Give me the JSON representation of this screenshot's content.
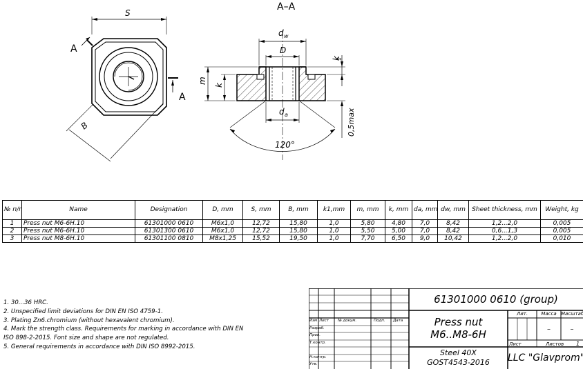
{
  "drawing": {
    "section_label": "A–A",
    "dims": {
      "S": "S",
      "B": "B",
      "A_left": "A",
      "A_right": "A",
      "dw": "d",
      "dw_sub": "w",
      "D": "D",
      "k1": "k",
      "k1_sub": "1",
      "m": "m",
      "k": "k",
      "da": "d",
      "da_sub": "a",
      "max": "0,5max",
      "angle": "120°"
    }
  },
  "spec_table": {
    "headers": [
      "№ п/п",
      "Name",
      "Designation",
      "D, mm",
      "S, mm",
      "B, mm",
      "k1,mm",
      "m, mm",
      "k, mm",
      "da, mm",
      "dw, mm",
      "Sheet thickness, mm",
      "Weight, kg"
    ],
    "rows": [
      [
        "1",
        "Press nut M6-6H.10",
        "61301000 0610",
        "M6x1,0",
        "12,72",
        "15,80",
        "1,0",
        "5,80",
        "4,80",
        "7,0",
        "8,42",
        "1,2...2,0",
        "0,005"
      ],
      [
        "2",
        "Press nut M6-6H.10",
        "61301300 0610",
        "M6x1,0",
        "12,72",
        "15,80",
        "1,0",
        "5,50",
        "5,00",
        "7,0",
        "8,42",
        "0,6...1,3",
        "0,005"
      ],
      [
        "3",
        "Press nut M8-6H.10",
        "61301100 0810",
        "M8x1,25",
        "15,52",
        "19,50",
        "1,0",
        "7,70",
        "6,50",
        "9,0",
        "10,42",
        "1,2...2,0",
        "0,010"
      ]
    ]
  },
  "notes": [
    "1. 30...36 HRC.",
    "2. Unspecified limit deviations for DIN EN ISO 4759-1.",
    "3. Plating Zn6.chromium (without hexavalent chromium).",
    "4. Mark the strength class. Requirements for marking in accordance with  DIN EN",
    "ISO 898-2-2015. Font size and shape are not regulated.",
    "5. General requirements in accordance with DIN ISO 8992-2015."
  ],
  "title_block": {
    "designation": "61301000 0610 (group)",
    "part_name_line1": "Press nut",
    "part_name_line2": "M6..M8-6H",
    "material_line1": "Steel 40X",
    "material_line2": "GOST4543-2016",
    "company": "LLC \"Glavprom\"",
    "col_headers": [
      "Изм",
      "Лист",
      "№ докум.",
      "Подп.",
      "Дата"
    ],
    "row_labels": [
      "Разраб.",
      "Пров.",
      "Т.контр.",
      "Н.контр.",
      "Утв."
    ],
    "lit": "Лит.",
    "massa": "Масса",
    "masshtab": "Масштаб",
    "massa_value": "–",
    "masshtab_value": "–",
    "list": "Лист",
    "listov": "Листов",
    "listov_value": "1"
  }
}
